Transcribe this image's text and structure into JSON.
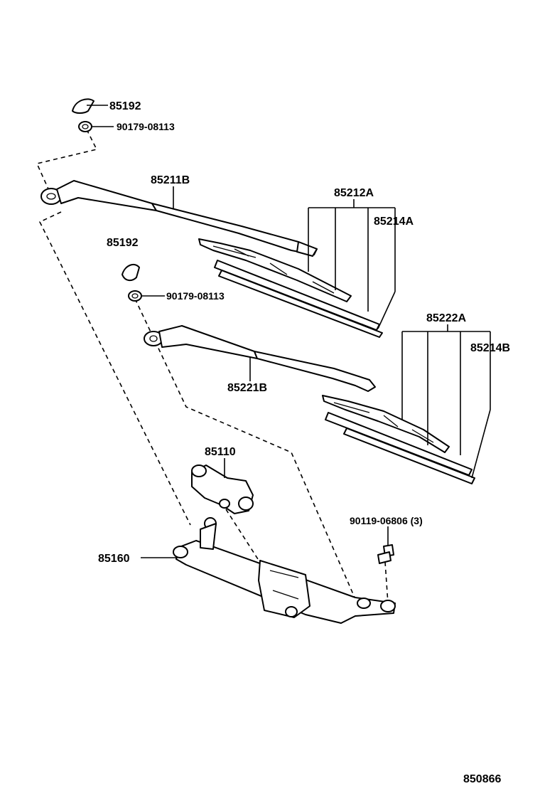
{
  "labels": {
    "cap_upper": "85192",
    "nut_upper": "90179-08113",
    "arm_front": "85211B",
    "blade_front": "85212A",
    "rubber_front": "85214A",
    "cap_lower": "85192",
    "nut_lower": "90179-08113",
    "blade_rear": "85222A",
    "rubber_rear": "85214B",
    "arm_rear": "85221B",
    "motor": "85110",
    "bolt": "90119-06806 (3)",
    "link": "85160",
    "diagram_code": "850866"
  }
}
